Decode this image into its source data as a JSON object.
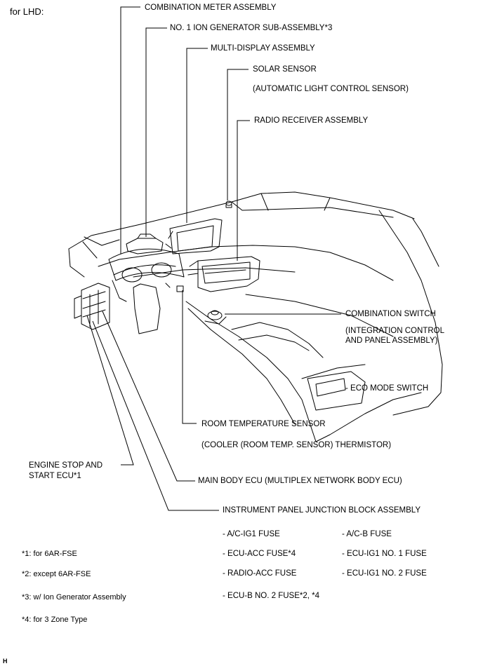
{
  "header": {
    "variant": "for LHD:"
  },
  "labels": {
    "combination_meter": "COMBINATION METER ASSEMBLY",
    "ion_generator": "NO. 1 ION GENERATOR SUB-ASSEMBLY*3",
    "multi_display": "MULTI-DISPLAY ASSEMBLY",
    "solar_sensor": "SOLAR SENSOR",
    "solar_sensor_note": "(AUTOMATIC LIGHT CONTROL SENSOR)",
    "radio_receiver": "RADIO RECEIVER ASSEMBLY",
    "combination_switch": "COMBINATION SWITCH",
    "combination_switch_note_1": "(INTEGRATION CONTROL",
    "combination_switch_note_2": "AND PANEL ASSEMBLY)",
    "eco_mode_switch": "- ECO MODE SWITCH",
    "room_temp_sensor": "ROOM TEMPERATURE SENSOR",
    "room_temp_sensor_note": "(COOLER (ROOM TEMP. SENSOR) THERMISTOR)",
    "engine_stop_1": "ENGINE STOP AND",
    "engine_stop_2": "START ECU*1",
    "main_body_ecu": "MAIN BODY ECU (MULTIPLEX NETWORK BODY ECU)",
    "junction_block": "INSTRUMENT PANEL JUNCTION BLOCK ASSEMBLY"
  },
  "fuses": {
    "left": [
      "- A/C-IG1 FUSE",
      "- ECU-ACC FUSE*4",
      "- RADIO-ACC FUSE",
      "- ECU-B NO. 2 FUSE*2, *4"
    ],
    "right": [
      "- A/C-B FUSE",
      "- ECU-IG1 NO. 1 FUSE",
      "- ECU-IG1 NO. 2 FUSE"
    ]
  },
  "footnotes": [
    "*1: for 6AR-FSE",
    "*2: except 6AR-FSE",
    "*3: w/ Ion Generator Assembly",
    "*4: for 3 Zone Type"
  ],
  "corner_mark": "H"
}
